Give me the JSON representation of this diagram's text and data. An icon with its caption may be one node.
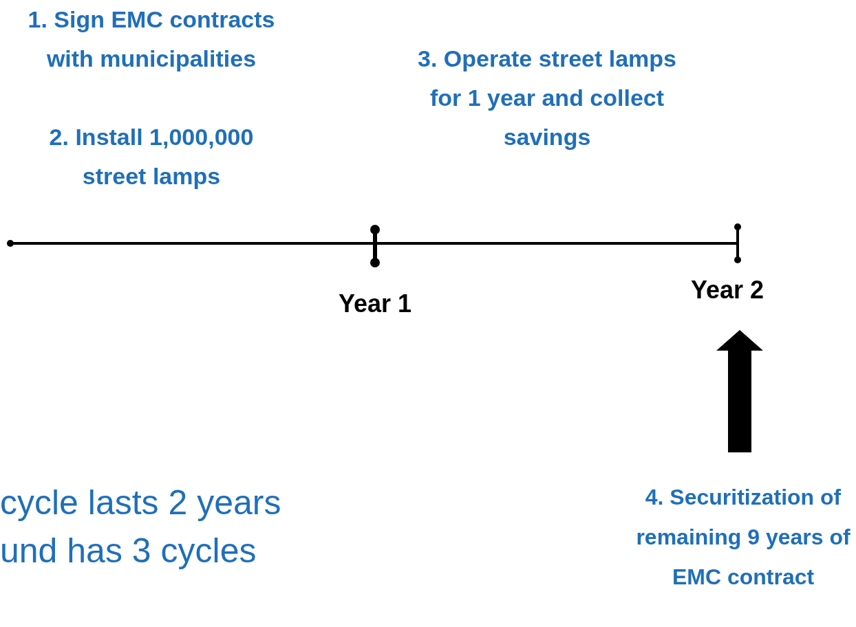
{
  "diagram": {
    "nodes": [
      {
        "text": [
          "Year 2"
        ]
      },
      {
        "text": [
          "4. Securitization of remaining 9 years of EMC contract"
        ]
      }
    ],
    "edges": [
      {
        "from": 1,
        "to": 0,
        "arrow": "to",
        "style": "thick"
      }
    ],
    "labels": [
      "1. Sign EMC contracts with municipalities",
      "2. Install 1,000,000 street lamps",
      "3. Operate street lamps for 1 year and collect savings",
      "Year 1",
      "cycle lasts 2 years und has 3 cycles"
    ]
  }
}
